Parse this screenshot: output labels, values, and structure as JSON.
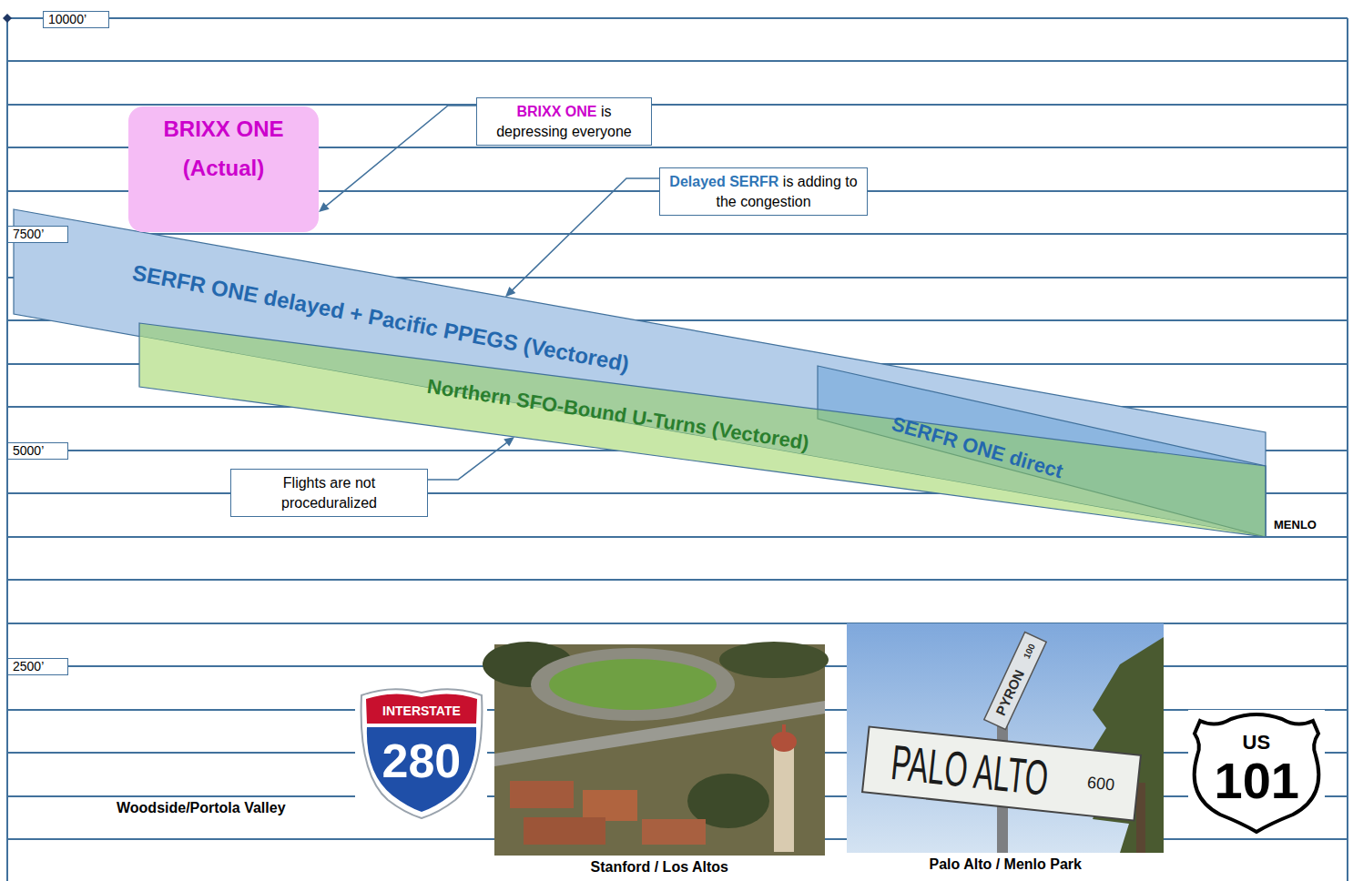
{
  "diagram": {
    "nodes": [
      {
        "text": [
          "10000’"
        ]
      },
      {
        "text": [
          "BRIXX ONE (Actual)"
        ]
      },
      {
        "text": [
          "BRIXX ONE is depressing everyone"
        ]
      },
      {
        "text": [
          "Delayed SERFR is adding to the congestion"
        ]
      },
      {
        "text": [
          "7500’"
        ]
      },
      {
        "text": [
          "SERFR ONE delayed + Pacific PPEGS (Vectored)"
        ]
      },
      {
        "text": [
          "SERFR ONE direct"
        ],
        "in": 5
      },
      {
        "text": [
          "Northern SFO-Bound U-Turns (Vectored)"
        ]
      },
      {
        "text": [
          "5000’"
        ]
      },
      {
        "text": [
          "Flights are not proceduralized"
        ]
      },
      {
        "text": [
          "2500’"
        ]
      }
    ],
    "edges": [
      {
        "from": 2,
        "to": 1,
        "arrow": "to"
      },
      {
        "from": 3,
        "to": 5,
        "arrow": "to"
      },
      {
        "from": 9,
        "to": 7,
        "arrow": "to"
      }
    ],
    "labels": [
      "MENLO",
      "Woodside/Portola Valley",
      "INTERSTATE",
      "280",
      "Stanford / Los Altos",
      "PYRON",
      "100",
      "PALO ALTO",
      "600",
      "Palo Alto / Menlo Park",
      "US",
      "101"
    ]
  }
}
